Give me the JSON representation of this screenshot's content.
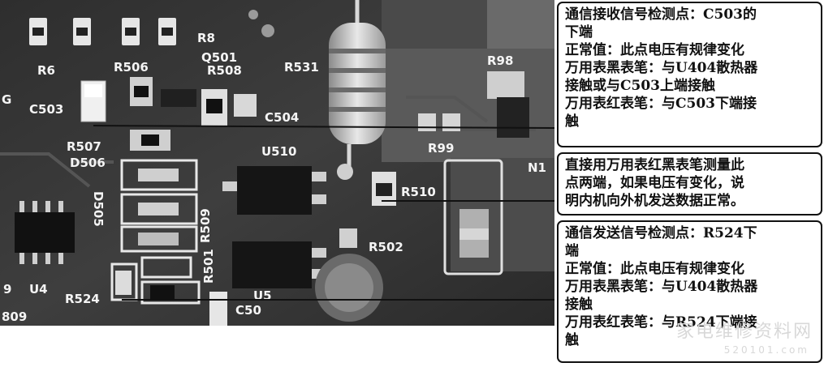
{
  "photo": {
    "labels": {
      "r6": "R6",
      "r8": "R8",
      "r506": "R506",
      "q501": "Q501",
      "r508": "R508",
      "r531": "R531",
      "r98": "R98",
      "c503": "C503",
      "c504": "C504",
      "r507": "R507",
      "r99": "R99",
      "u510": "U510",
      "d506": "D506",
      "n1": "N1",
      "r510": "R510",
      "d505": "D505",
      "r509": "R509",
      "r502": "R502",
      "u4": "U4",
      "r501": "R501",
      "r524": "R524",
      "c50": "C50",
      "u5": "U5",
      "n9": "9",
      "n809": "809",
      "g": "G"
    }
  },
  "callouts": [
    {
      "lines": [
        "通信接收信号检测点：C503的",
        "下端",
        "正常值：此点电压有规律变化",
        "万用表黑表笔：与U404散热器",
        "接触或与C503上端接触",
        "万用表红表笔：与C503下端接",
        "触"
      ]
    },
    {
      "lines": [
        "直接用万用表红黑表笔测量此",
        "点两端，如果电压有变化，说",
        "明内机向外机发送数据正常。"
      ]
    },
    {
      "lines": [
        "通信发送信号检测点：R524下",
        "端",
        "正常值：此点电压有规律变化",
        "万用表黑表笔：与U404散热器",
        "接触",
        "万用表红表笔：与R524下端接",
        "触"
      ]
    }
  ],
  "watermark": {
    "text": "家电维修资料网",
    "url": "520101.com"
  }
}
